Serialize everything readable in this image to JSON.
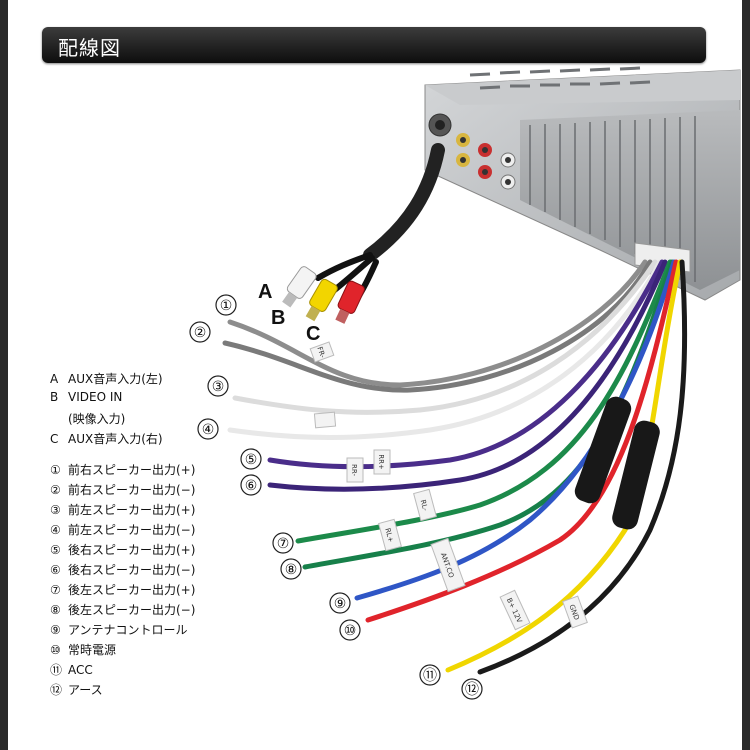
{
  "title": "配線図",
  "av_labels": [
    "A",
    "B",
    "C"
  ],
  "wire_numbers": [
    "①",
    "②",
    "③",
    "④",
    "⑤",
    "⑥",
    "⑦",
    "⑧",
    "⑨",
    "⑩",
    "⑪",
    "⑫"
  ],
  "tags": {
    "fr_minus": "FR-",
    "rr_minus": "RR-",
    "rr_plus": "RR+",
    "rl_plus": "RL+",
    "rl_minus": "RL-",
    "ant": "ANT.CO",
    "b_12v": "B+ 12V",
    "gnd": "GND"
  },
  "legend_av": [
    {
      "key": "A",
      "text": "AUX音声入力(左)"
    },
    {
      "key": "B",
      "text": "VIDEO IN"
    },
    {
      "key": "",
      "text": "(映像入力)"
    },
    {
      "key": "C",
      "text": "AUX音声入力(右)"
    }
  ],
  "legend_wires": [
    {
      "key": "①",
      "text": "前右スピーカー出力(+)"
    },
    {
      "key": "②",
      "text": "前右スピーカー出力(−)"
    },
    {
      "key": "③",
      "text": "前左スピーカー出力(+)"
    },
    {
      "key": "④",
      "text": "前左スピーカー出力(−)"
    },
    {
      "key": "⑤",
      "text": "後右スピーカー出力(+)"
    },
    {
      "key": "⑥",
      "text": "後右スピーカー出力(−)"
    },
    {
      "key": "⑦",
      "text": "後左スピーカー出力(+)"
    },
    {
      "key": "⑧",
      "text": "後左スピーカー出力(−)"
    },
    {
      "key": "⑨",
      "text": "アンテナコントロール"
    },
    {
      "key": "⑩",
      "text": "常時電源"
    },
    {
      "key": "⑪",
      "text": "ACC"
    },
    {
      "key": "⑫",
      "text": "アース"
    }
  ],
  "colors": {
    "gray": "#8d8d8d",
    "white": "#e6e6e6",
    "purple": "#4a2d8a",
    "green": "#1c8a4a",
    "blue": "#2f56c6",
    "red": "#e0242b",
    "yellow": "#f0d600",
    "black": "#1a1a1a"
  }
}
